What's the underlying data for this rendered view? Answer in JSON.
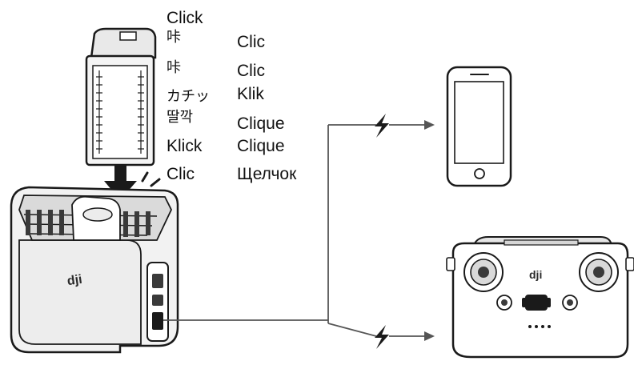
{
  "click_labels": {
    "col1": [
      "Click",
      "咔",
      "咔",
      "カチッ",
      "딸깍",
      "Klick",
      "Clic"
    ],
    "col2": [
      "Clic",
      "Clic",
      "Klik",
      "Clique",
      "Clique",
      "Щелчок"
    ]
  },
  "brand_marks": {
    "hub": "dji",
    "controller": "dji"
  },
  "icons": [
    "battery-icon",
    "charging-hub-icon",
    "smartphone-icon",
    "remote-controller-icon",
    "lightning-icon"
  ],
  "colors": {
    "stroke": "#1a1a1a",
    "fill_light": "#f2f2f2",
    "fill_mid": "#d9d9d9",
    "fill_dark": "#3a3a3a"
  }
}
